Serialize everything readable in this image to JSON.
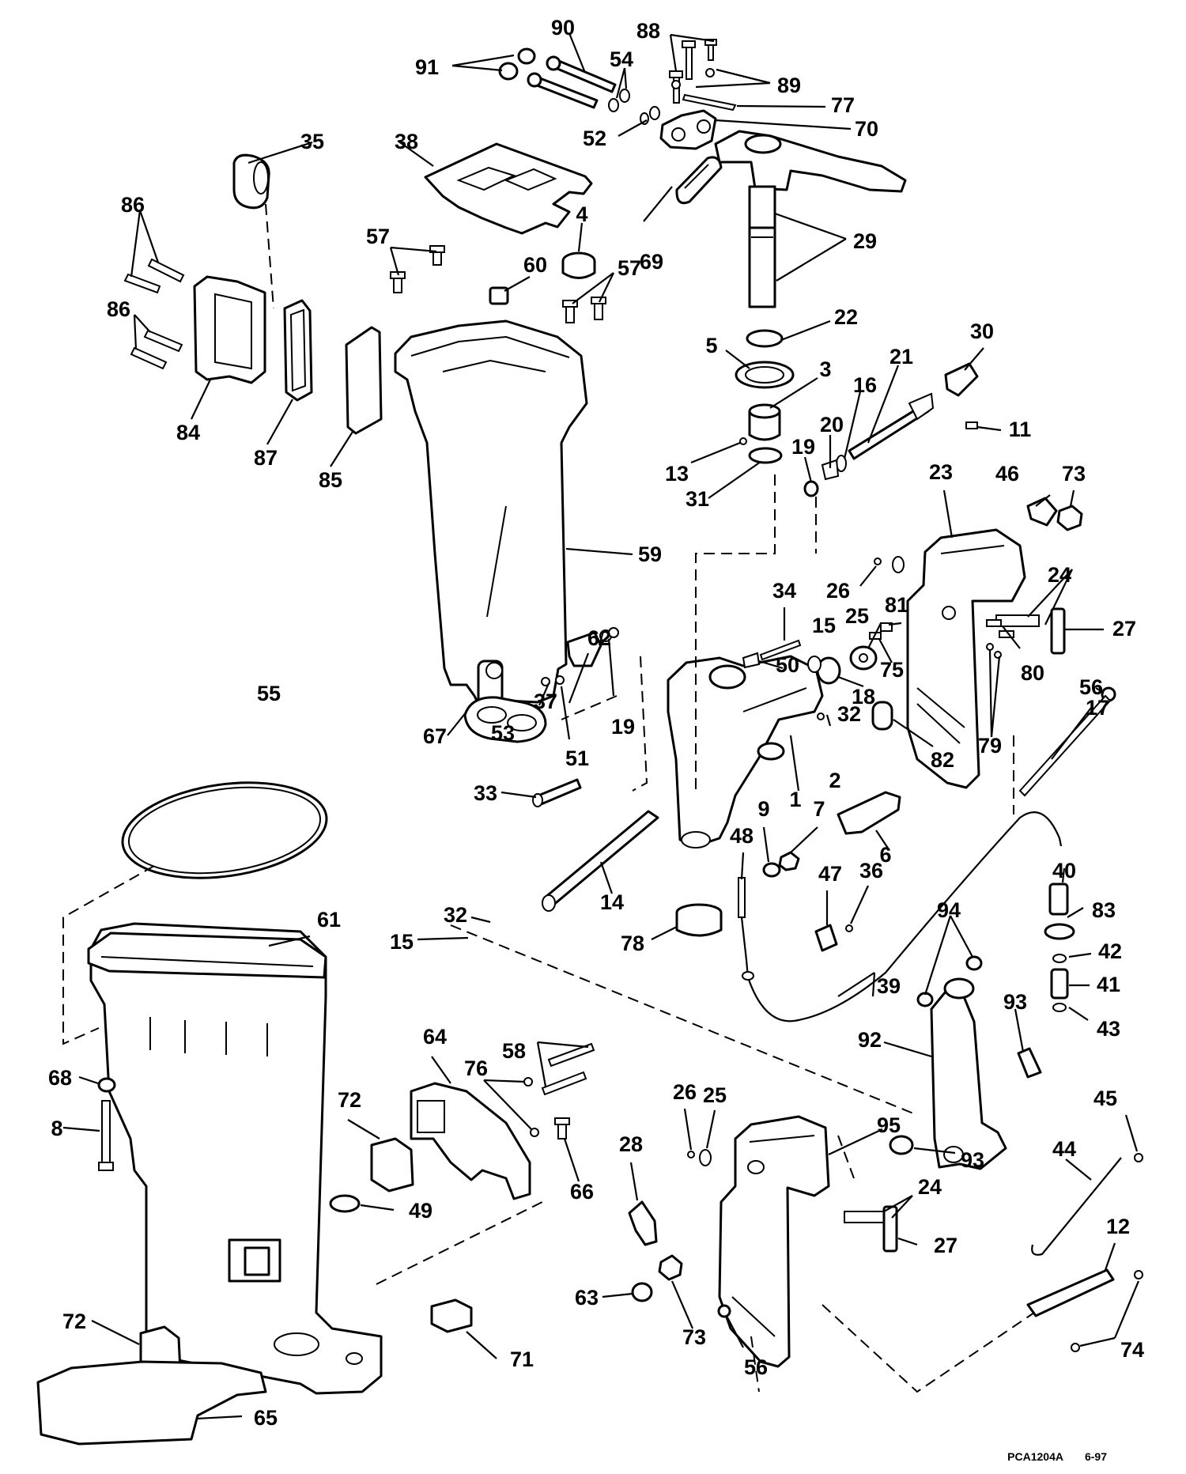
{
  "drawing_code": "PCA1204A",
  "drawing_date": "6-97",
  "callouts": [
    {
      "label": "90"
    },
    {
      "label": "88"
    },
    {
      "label": "91"
    },
    {
      "label": "54"
    },
    {
      "label": "89"
    },
    {
      "label": "77"
    },
    {
      "label": "70"
    },
    {
      "label": "52"
    },
    {
      "label": "35"
    },
    {
      "label": "38"
    },
    {
      "label": "86"
    },
    {
      "label": "4"
    },
    {
      "label": "69"
    },
    {
      "label": "29"
    },
    {
      "label": "57"
    },
    {
      "label": "60"
    },
    {
      "label": "57"
    },
    {
      "label": "86"
    },
    {
      "label": "22"
    },
    {
      "label": "5"
    },
    {
      "label": "30"
    },
    {
      "label": "21"
    },
    {
      "label": "3"
    },
    {
      "label": "16"
    },
    {
      "label": "20"
    },
    {
      "label": "11"
    },
    {
      "label": "13"
    },
    {
      "label": "19"
    },
    {
      "label": "84"
    },
    {
      "label": "87"
    },
    {
      "label": "85"
    },
    {
      "label": "31"
    },
    {
      "label": "23"
    },
    {
      "label": "46"
    },
    {
      "label": "73"
    },
    {
      "label": "59"
    },
    {
      "label": "34"
    },
    {
      "label": "26"
    },
    {
      "label": "24"
    },
    {
      "label": "81"
    },
    {
      "label": "25"
    },
    {
      "label": "15"
    },
    {
      "label": "27"
    },
    {
      "label": "62"
    },
    {
      "label": "50"
    },
    {
      "label": "75"
    },
    {
      "label": "80"
    },
    {
      "label": "37"
    },
    {
      "label": "18"
    },
    {
      "label": "56"
    },
    {
      "label": "19"
    },
    {
      "label": "55"
    },
    {
      "label": "53"
    },
    {
      "label": "32"
    },
    {
      "label": "17"
    },
    {
      "label": "67"
    },
    {
      "label": "51"
    },
    {
      "label": "79"
    },
    {
      "label": "2"
    },
    {
      "label": "82"
    },
    {
      "label": "33"
    },
    {
      "label": "1"
    },
    {
      "label": "9"
    },
    {
      "label": "7"
    },
    {
      "label": "48"
    },
    {
      "label": "6"
    },
    {
      "label": "40"
    },
    {
      "label": "14"
    },
    {
      "label": "47"
    },
    {
      "label": "36"
    },
    {
      "label": "61"
    },
    {
      "label": "32"
    },
    {
      "label": "83"
    },
    {
      "label": "94"
    },
    {
      "label": "15"
    },
    {
      "label": "78"
    },
    {
      "label": "42"
    },
    {
      "label": "41"
    },
    {
      "label": "39"
    },
    {
      "label": "93"
    },
    {
      "label": "43"
    },
    {
      "label": "64"
    },
    {
      "label": "92"
    },
    {
      "label": "68"
    },
    {
      "label": "58"
    },
    {
      "label": "76"
    },
    {
      "label": "8"
    },
    {
      "label": "72"
    },
    {
      "label": "26"
    },
    {
      "label": "25"
    },
    {
      "label": "45"
    },
    {
      "label": "95"
    },
    {
      "label": "28"
    },
    {
      "label": "44"
    },
    {
      "label": "93"
    },
    {
      "label": "24"
    },
    {
      "label": "66"
    },
    {
      "label": "49"
    },
    {
      "label": "27"
    },
    {
      "label": "12"
    },
    {
      "label": "72"
    },
    {
      "label": "63"
    },
    {
      "label": "71"
    },
    {
      "label": "73"
    },
    {
      "label": "74"
    },
    {
      "label": "56"
    },
    {
      "label": "65"
    }
  ]
}
